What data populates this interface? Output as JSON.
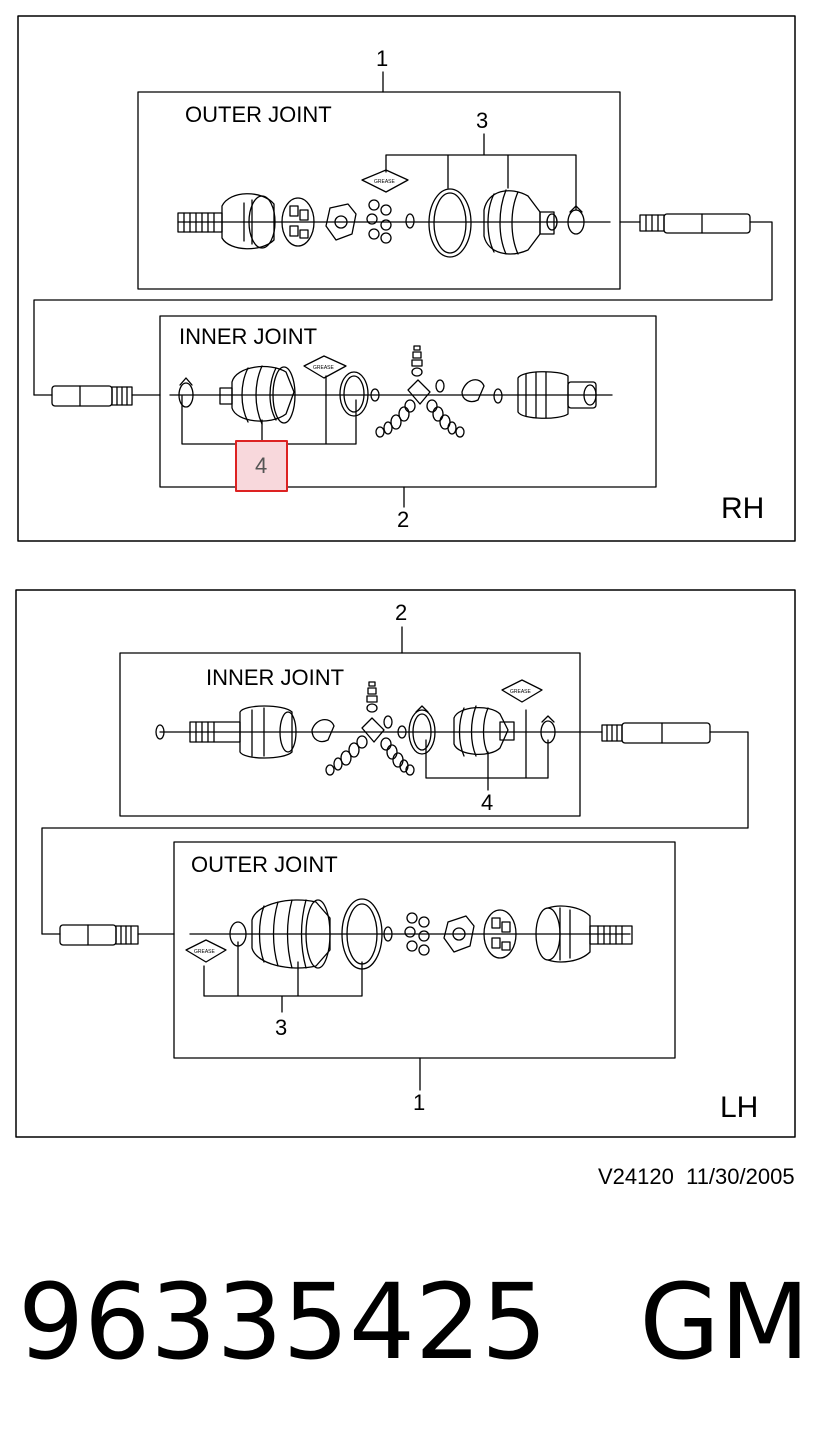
{
  "rh_panel": {
    "side": "RH",
    "outer_joint": {
      "title": "OUTER JOINT",
      "callout_assembly": "1",
      "callout_boot_kit": "3"
    },
    "inner_joint": {
      "title": "INNER JOINT",
      "callout_assembly": "2",
      "callout_boot_kit": "4"
    },
    "highlighted_callout": "4"
  },
  "lh_panel": {
    "side": "LH",
    "inner_joint": {
      "title": "INNER JOINT",
      "callout_assembly": "2",
      "callout_boot_kit": "4"
    },
    "outer_joint": {
      "title": "OUTER JOINT",
      "callout_assembly": "1",
      "callout_boot_kit": "3"
    }
  },
  "grease_label": "GREASE",
  "footer": {
    "drawing_id": "V24120",
    "date": "11/30/2005"
  },
  "part": {
    "number": "96335425",
    "brand": "GM"
  },
  "colors": {
    "highlight_border": "#dd2222",
    "highlight_fill": "#f8d8dc",
    "line": "#000000"
  }
}
